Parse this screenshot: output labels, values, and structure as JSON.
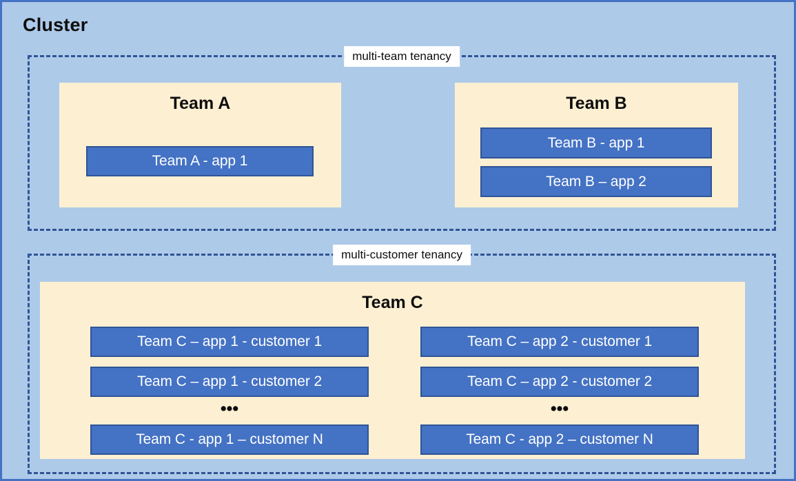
{
  "diagram": {
    "title": "Cluster",
    "background_color": "#aecae9",
    "border_color": "#4472c4",
    "group_border_color": "#2f5496",
    "team_box_color": "#fdf0d2",
    "app_box_color": "#4472c4",
    "app_box_border_color": "#2f5496",
    "app_box_text_color": "#ffffff",
    "label_background_color": "#ffffff"
  },
  "groups": [
    {
      "id": "multi-team",
      "label": "multi-team tenancy",
      "teams": [
        {
          "id": "team-a",
          "title": "Team A",
          "apps": [
            {
              "id": "team-a-app-1",
              "label": "Team A - app 1"
            }
          ]
        },
        {
          "id": "team-b",
          "title": "Team B",
          "apps": [
            {
              "id": "team-b-app-1",
              "label": "Team B - app 1"
            },
            {
              "id": "team-b-app-2",
              "label": "Team B – app 2"
            }
          ]
        }
      ]
    },
    {
      "id": "multi-customer",
      "label": "multi-customer tenancy",
      "teams": [
        {
          "id": "team-c",
          "title": "Team C",
          "columns": [
            {
              "id": "team-c-app-1",
              "apps": [
                {
                  "id": "team-c-app1-cust1",
                  "label": "Team C – app 1 - customer 1"
                },
                {
                  "id": "team-c-app1-cust2",
                  "label": "Team C – app 1 - customer 2"
                },
                {
                  "id": "team-c-app1-custN",
                  "label": "Team C - app 1 – customer N"
                }
              ],
              "ellipsis": "•••"
            },
            {
              "id": "team-c-app-2",
              "apps": [
                {
                  "id": "team-c-app2-cust1",
                  "label": "Team C – app 2 - customer 1"
                },
                {
                  "id": "team-c-app2-cust2",
                  "label": "Team C – app 2 - customer 2"
                },
                {
                  "id": "team-c-app2-custN",
                  "label": "Team C - app 2 – customer N"
                }
              ],
              "ellipsis": "•••"
            }
          ]
        }
      ]
    }
  ]
}
